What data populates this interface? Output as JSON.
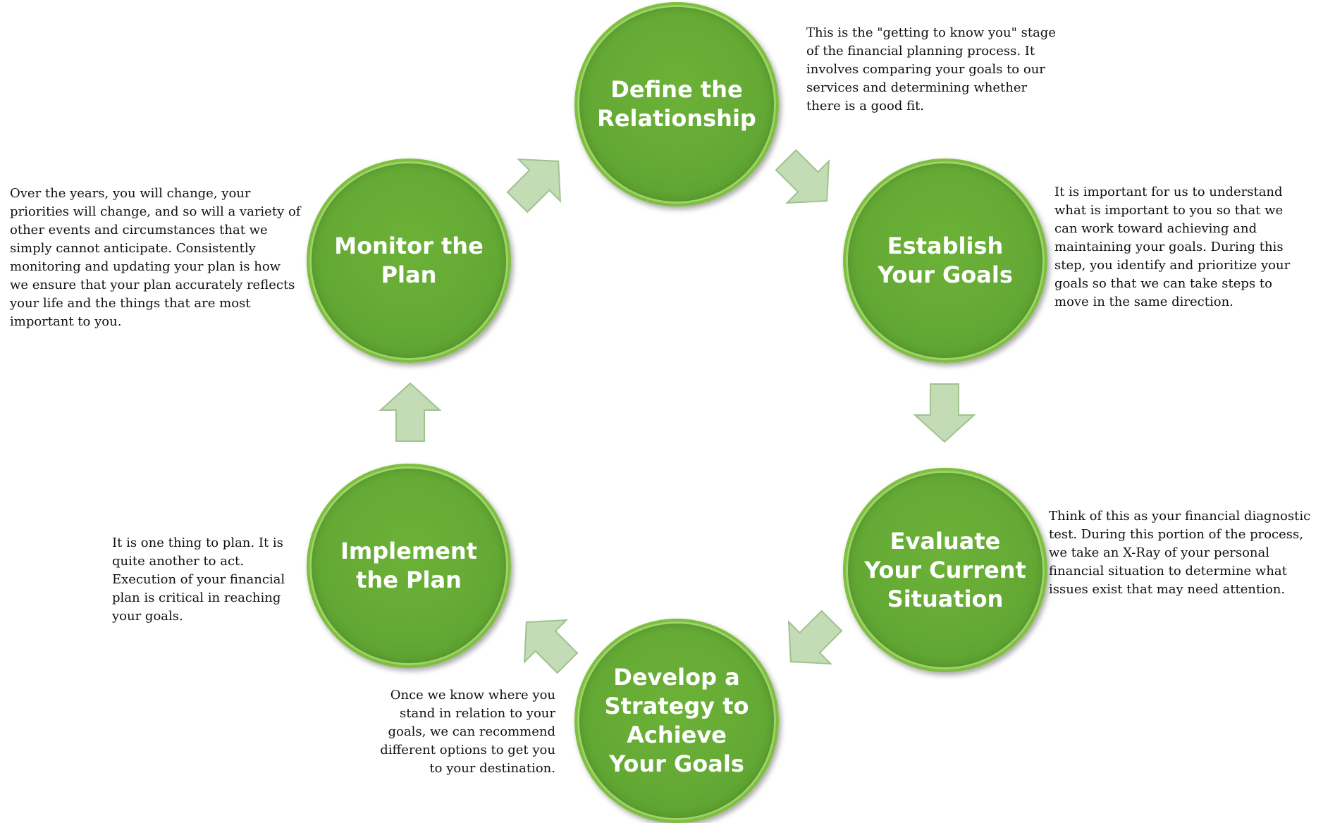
{
  "stages": [
    {
      "label": "Define the\nRelationship",
      "description": "This is the \"getting to know you\" stage\nof the financial planning process.  It\ninvolves comparing your goals to our\nservices and determining whether\nthere is a good fit."
    },
    {
      "label": "Establish\nYour Goals",
      "description": "It is important for us to understand\nwhat is important to you so that we\ncan work toward achieving and\nmaintaining your goals.  During this\nstep, you identify and prioritize your\ngoals so that we can take steps to\nmove in the same direction."
    },
    {
      "label": "Evaluate\nYour Current\nSituation",
      "description": "Think of this as your financial diagnostic\ntest. During this portion of the process,\nwe take an X-Ray of your personal\nfinancial situation to determine what\nissues exist that may need attention."
    },
    {
      "label": "Develop a\nStrategy to\nAchieve\nYour Goals",
      "description": "Once we know where you\nstand in relation to your\ngoals, we can recommend\ndifferent options to get you\nto your destination."
    },
    {
      "label": "Implement\nthe Plan",
      "description": "It is one thing to plan.  It is\nquite another to act.\nExecution of your financial\nplan is critical in reaching\nyour goals."
    },
    {
      "label": "Monitor the\nPlan",
      "description": "Over the years, you will change, your\npriorities will change, and so will a variety of\nother events and circumstances that we\nsimply cannot anticipate. Consistently\nmonitoring and updating your plan is how\nwe ensure that your plan accurately reflects\nyour life and the things that are most\nimportant to you."
    }
  ],
  "colors": {
    "circle_fill": "#63a934",
    "circle_rim": "#7fbf3f",
    "arrow_fill": "#c4dcb6",
    "text": "#111111"
  }
}
